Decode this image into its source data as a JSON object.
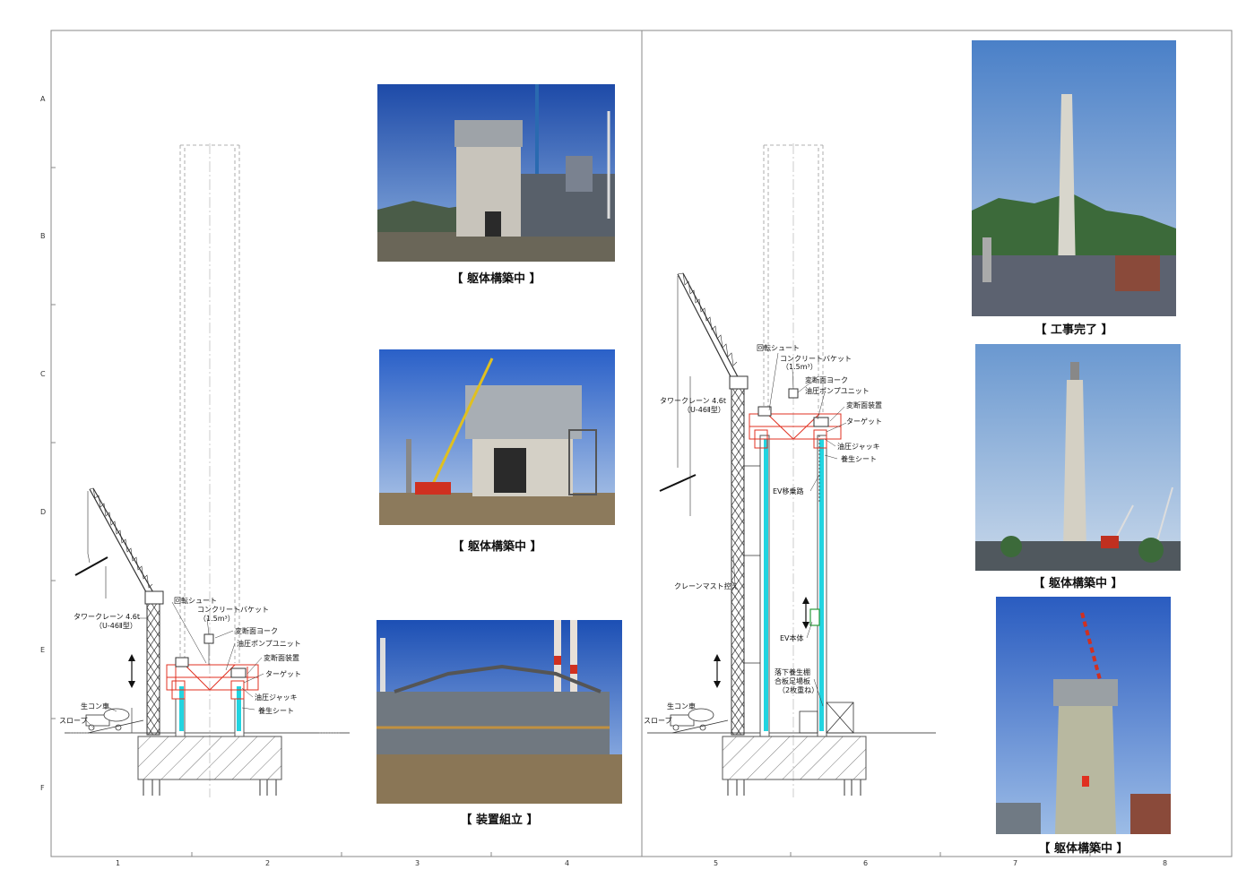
{
  "grid": {
    "rows": [
      "A",
      "B",
      "C",
      "D",
      "E",
      "F"
    ],
    "cols": [
      "1",
      "2",
      "3",
      "4",
      "5",
      "6",
      "7",
      "8"
    ]
  },
  "captions": {
    "photo1": "【 躯体構築中 】",
    "photo2": "【 躯体構築中 】",
    "photo3": "【 装置組立 】",
    "photo4": "【 工事完了 】",
    "photo5": "【 躯体構築中 】",
    "photo6": "【 躯体構築中 】"
  },
  "left_drawing": {
    "rotary_chute": "回転シュート",
    "concrete_bucket": "コンクリートバケット",
    "bucket_volume": "（1.5m³）",
    "yoke": "変断面ヨーク",
    "pump_unit": "油圧ポンプユニット",
    "section_device": "変断面装置",
    "target": "ターゲット",
    "tower_crane": "タワークレーン  4.6t",
    "crane_model": "（U-46Ⅱ型）",
    "jack": "油圧ジャッキ",
    "sheet": "養生シート",
    "mixer_truck": "生コン車",
    "slope": "スロープ"
  },
  "right_drawing": {
    "rotary_chute": "回転シュート",
    "concrete_bucket": "コンクリートバケット",
    "bucket_volume": "（1.5m³）",
    "yoke": "変断面ヨーク",
    "pump_unit": "油圧ポンプユニット",
    "section_device": "変断面装置",
    "target": "ターゲット",
    "tower_crane": "タワークレーン  4.6t",
    "crane_model": "（U-46Ⅱ型）",
    "jack": "油圧ジャッキ",
    "sheet": "養生シート",
    "ev_path": "EV移乗路",
    "mast_brace": "クレーンマスト控え",
    "ev_body": "EV本体",
    "fall_shed_1": "落下養生棚",
    "fall_shed_2": "合板足場板",
    "fall_shed_3": "（2枚重ね）",
    "mixer_truck": "生コン車",
    "slope": "スロープ"
  },
  "colors": {
    "line": "#555555",
    "red": "#e03020",
    "cyan": "#22d4e0",
    "sky": "#3a66b8",
    "concrete": "#c9c5bc"
  }
}
